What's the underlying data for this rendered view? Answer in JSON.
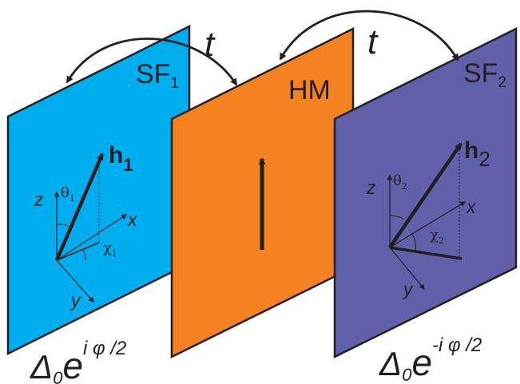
{
  "colors": {
    "panel_sf1": "#00aeef",
    "panel_hm": "#f58220",
    "panel_sf2": "#6161ab",
    "stroke": "#231f20",
    "background": "#ffffff"
  },
  "hopping_label_left": "t",
  "hopping_label_right": "t",
  "panels": {
    "sf1": {
      "label_main": "SF",
      "label_sub": "1",
      "vector_main": "h",
      "vector_sub": "1",
      "axis_z": "z",
      "axis_x": "x",
      "axis_y": "y",
      "theta_main": "θ",
      "theta_sub": "1",
      "chi_main": "χ",
      "chi_sub": "1"
    },
    "hm": {
      "label": "HM"
    },
    "sf2": {
      "label_main": "SF",
      "label_sub": "2",
      "vector_main": "h",
      "vector_sub": "2",
      "axis_z": "z",
      "axis_x": "x",
      "axis_y": "y",
      "theta_main": "θ",
      "theta_sub": "2",
      "chi_main": "χ",
      "chi_sub": "2"
    }
  },
  "pairing": {
    "left": {
      "delta": "Δ",
      "delta_sub": "0",
      "base": "e",
      "exponent": "i φ /2"
    },
    "right": {
      "delta": "Δ",
      "delta_sub": "0",
      "base": "e",
      "exponent": "-i φ /2"
    }
  }
}
